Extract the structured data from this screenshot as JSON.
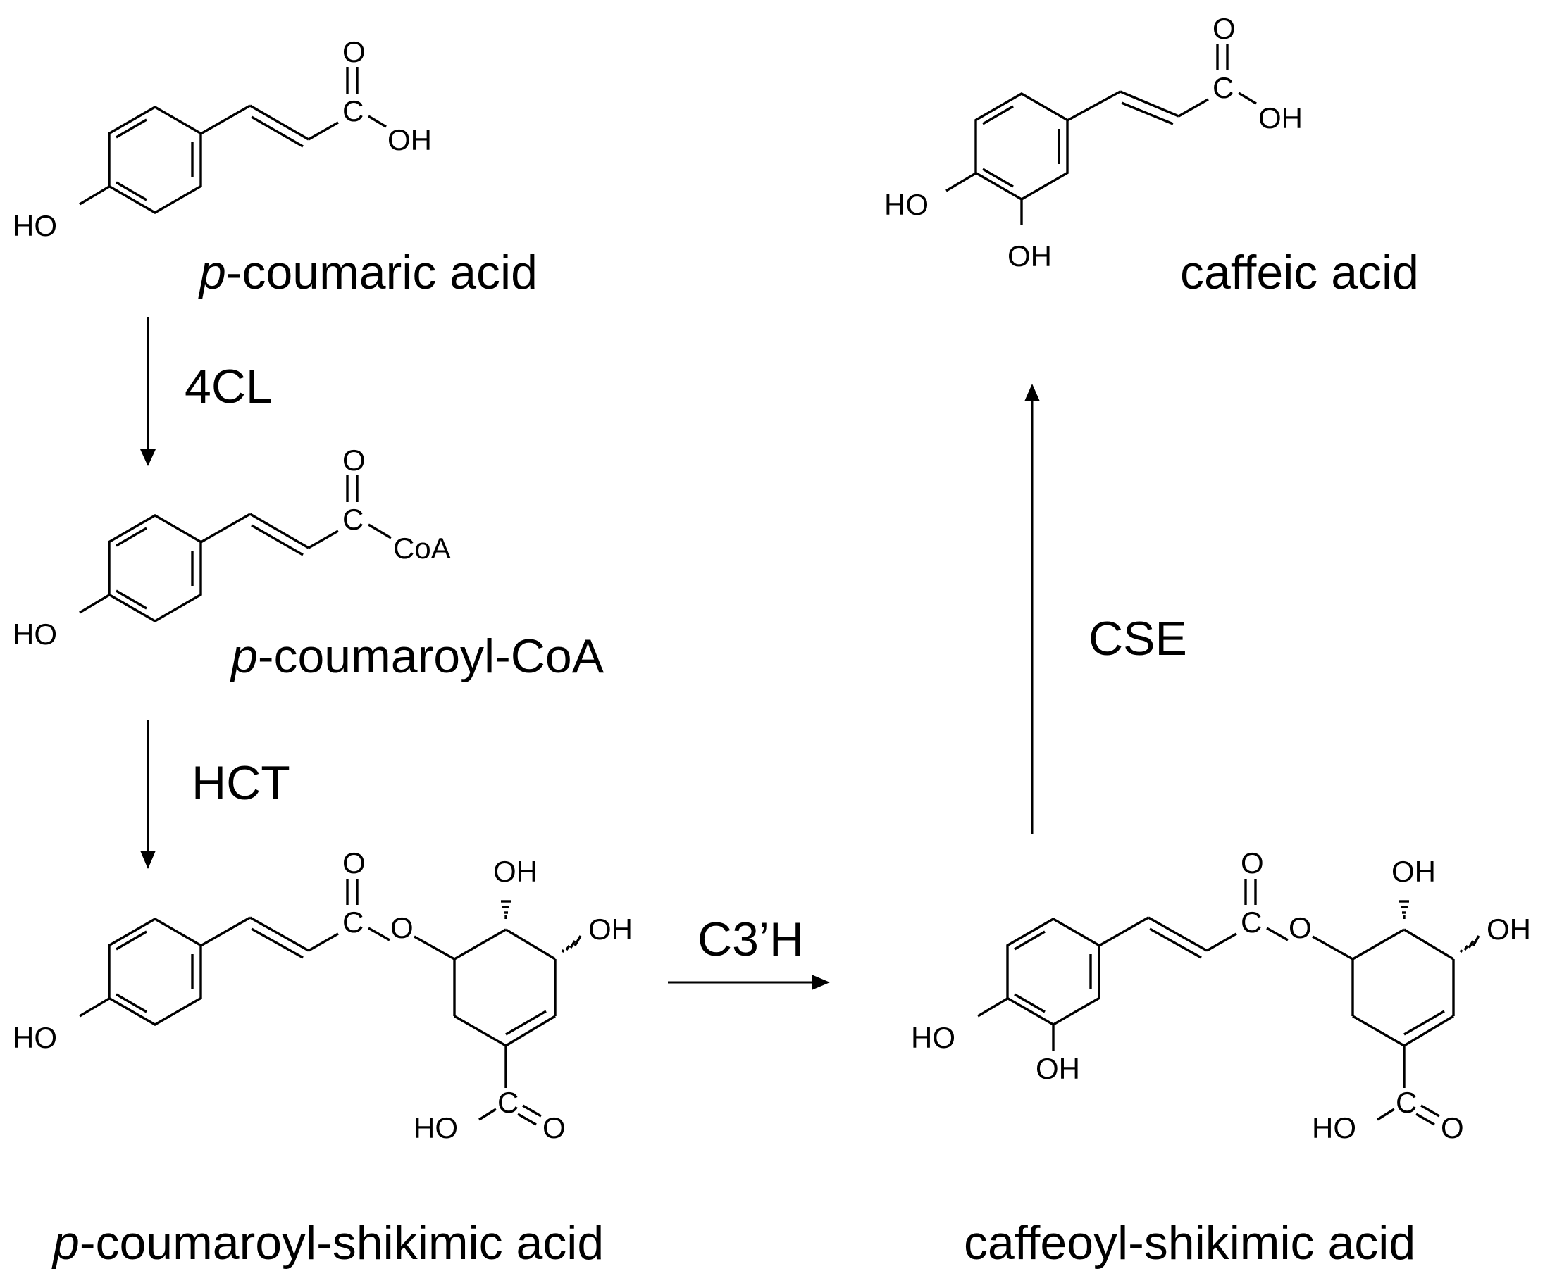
{
  "compounds": {
    "p_coumaric_acid": {
      "prefix": "p",
      "rest": "-coumaric acid",
      "labels": {
        "o": "O",
        "c": "C",
        "oh": "OH",
        "ho": "HO"
      }
    },
    "p_coumaroyl_coa": {
      "prefix": "p",
      "rest": "-coumaroyl-CoA",
      "labels": {
        "o": "O",
        "c": "C",
        "coa": "CoA",
        "ho": "HO"
      }
    },
    "p_coumaroyl_shikimic_acid": {
      "prefix": "p",
      "rest": "-coumaroyl-shikimic acid",
      "labels": {
        "o_carbonyl": "O",
        "c": "C",
        "o_ester": "O",
        "oh_top": "OH",
        "oh_right": "OH",
        "ho": "HO",
        "ho_acid": "HO",
        "c_acid": "C",
        "o_acid": "O"
      }
    },
    "caffeoyl_shikimic_acid": {
      "name": "caffeoyl-shikimic acid",
      "labels": {
        "o_carbonyl": "O",
        "c": "C",
        "o_ester": "O",
        "oh_top": "OH",
        "oh_right": "OH",
        "ho": "HO",
        "oh_meta": "OH",
        "ho_acid": "HO",
        "c_acid": "C",
        "o_acid": "O"
      }
    },
    "caffeic_acid": {
      "name": "caffeic acid",
      "labels": {
        "o": "O",
        "c": "C",
        "oh": "OH",
        "ho": "HO",
        "oh_meta": "OH"
      }
    }
  },
  "enzymes": {
    "step1": "4CL",
    "step2": "HCT",
    "step3": "C3’H",
    "step4": "CSE"
  }
}
